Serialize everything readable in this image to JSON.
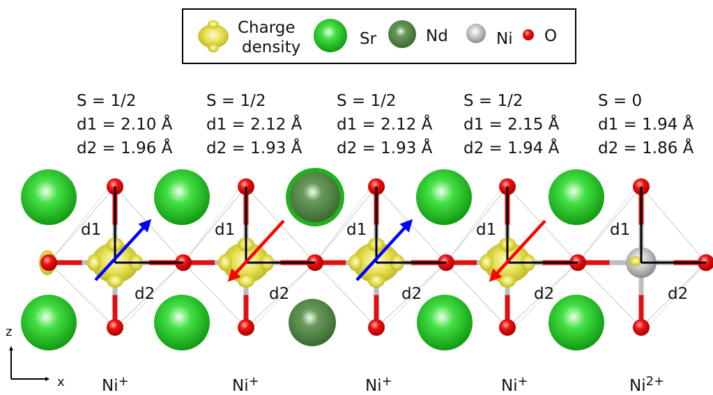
{
  "legend": {
    "charge_label_line1": "Charge",
    "charge_label_line2": "density",
    "sr_label": "Sr",
    "nd_label": "Nd",
    "ni_label": "Ni",
    "o_label": "O"
  },
  "sites": [
    {
      "spin": "S = 1/2",
      "d1": "d1 = 2.10 Å",
      "d2": "d2 = 1.96 Å",
      "bond_d1": "d1",
      "bond_d2": "d2",
      "ion": "Ni",
      "charge": "+",
      "moment": "up"
    },
    {
      "spin": "S = 1/2",
      "d1": "d1 = 2.12 Å",
      "d2": "d2 = 1.93 Å",
      "bond_d1": "d1",
      "bond_d2": "d2",
      "ion": "Ni",
      "charge": "+",
      "moment": "down"
    },
    {
      "spin": "S = 1/2",
      "d1": "d1 = 2.12 Å",
      "d2": "d2 = 1.93 Å",
      "bond_d1": "d1",
      "bond_d2": "d2",
      "ion": "Ni",
      "charge": "+",
      "moment": "up"
    },
    {
      "spin": "S = 1/2",
      "d1": "d1 = 2.15 Å",
      "d2": "d2 = 1.94 Å",
      "bond_d1": "d1",
      "bond_d2": "d2",
      "ion": "Ni",
      "charge": "+",
      "moment": "down"
    },
    {
      "spin": "S = 0",
      "d1": "d1 = 1.94 Å",
      "d2": "d2 = 1.86 Å",
      "bond_d1": "d1",
      "bond_d2": "d2",
      "ion": "Ni",
      "charge": "2+",
      "moment": "none"
    }
  ],
  "axes": {
    "z_label": "z",
    "x_label": "x"
  },
  "colors": {
    "sr": "#22cc22",
    "nd": "#4a8a3a",
    "ni": "#b8b8b8",
    "o": "#e00000",
    "charge_density": "#e6e04a",
    "spin_up": "#0000ff",
    "spin_down": "#ff0000"
  }
}
